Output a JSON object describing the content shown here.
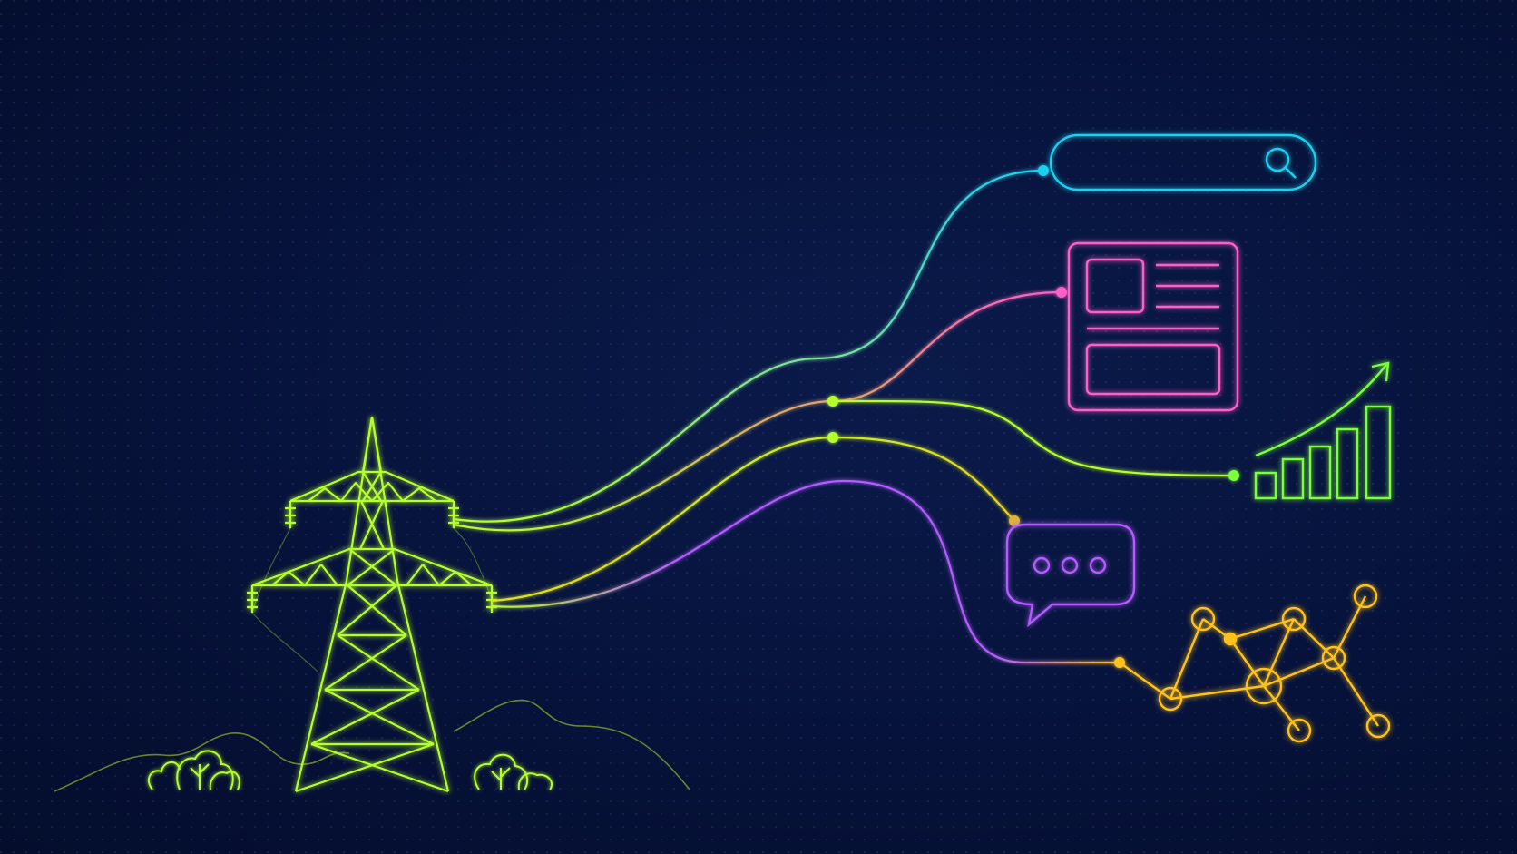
{
  "scene": {
    "background_color": "#06123a",
    "colors": {
      "tower": "#b6ff2e",
      "search": "#1fd1f0",
      "document": "#ff5fc8",
      "chart": "#7dff3a",
      "chat": "#b45bff",
      "network": "#ffc21a",
      "hills": "#8fae2a"
    },
    "elements": [
      {
        "name": "transmission-tower",
        "icon": "power-pylon-icon"
      },
      {
        "name": "search-bar",
        "icon": "search-icon"
      },
      {
        "name": "document-card",
        "icon": "article-layout-icon"
      },
      {
        "name": "growth-chart",
        "icon": "bar-chart-up-icon"
      },
      {
        "name": "chat-bubble",
        "icon": "chat-bubble-icon"
      },
      {
        "name": "network-graph",
        "icon": "network-nodes-icon"
      }
    ]
  }
}
